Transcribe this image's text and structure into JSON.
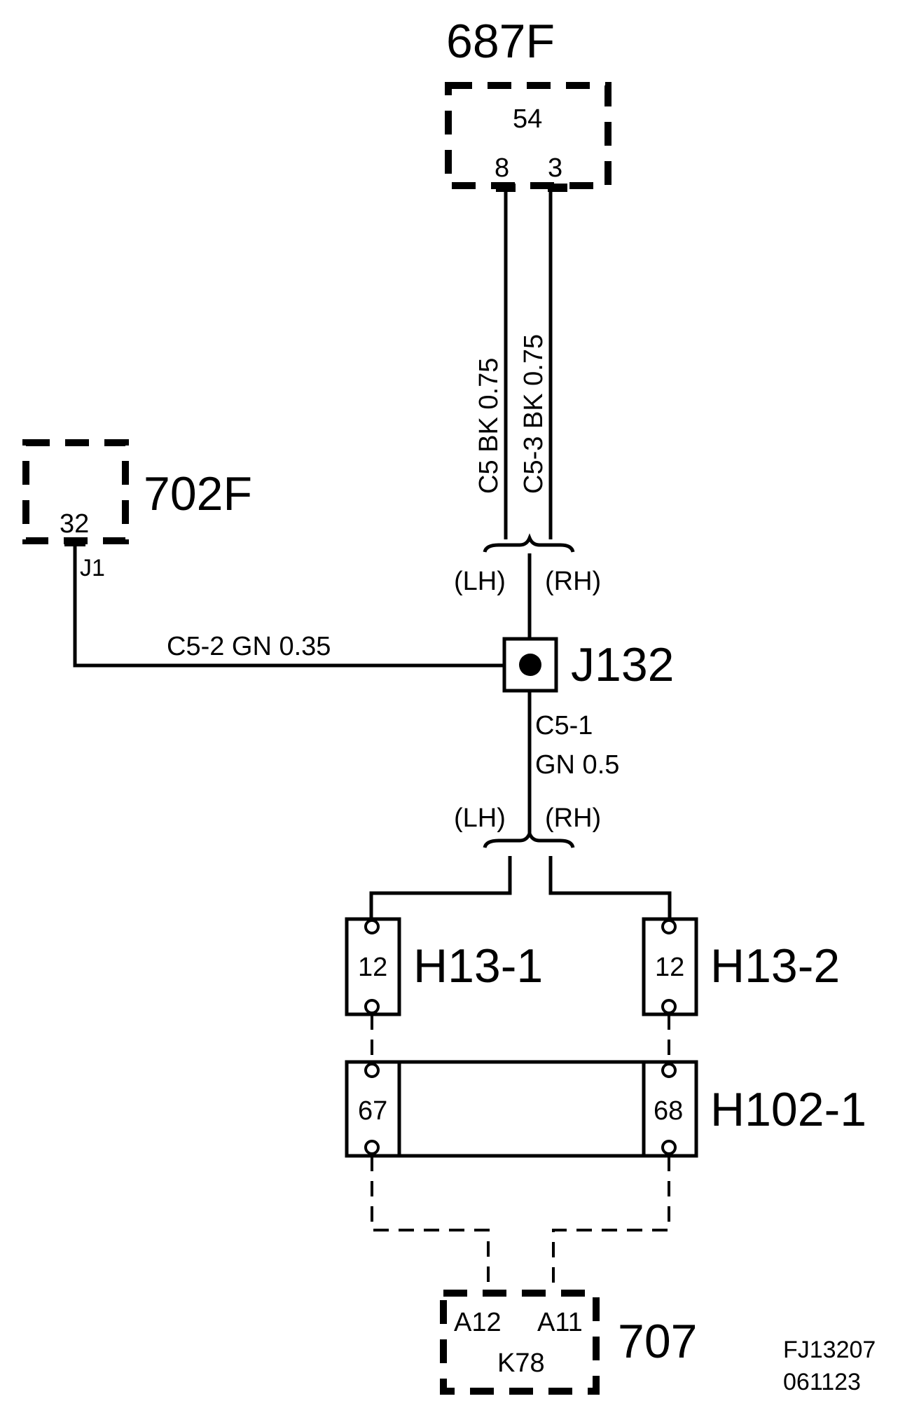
{
  "connectors": {
    "c687f": {
      "name": "687F",
      "pin_block": "54",
      "pins": [
        "8",
        "3"
      ]
    },
    "c702f": {
      "name": "702F",
      "pin": "32",
      "pin_label": "J1"
    },
    "c707": {
      "name": "707",
      "pins": [
        "A12",
        "A11"
      ],
      "part": "K78"
    }
  },
  "wires": {
    "c5": "C5  BK  0.75",
    "c5_3": "C5-3  BK  0.75",
    "c5_2": "C5-2     GN  0.35",
    "c5_1_id": "C5-1",
    "c5_1_spec": "GN  0.5"
  },
  "splice": {
    "name": "J132"
  },
  "side_labels": {
    "lh": "(LH)",
    "rh": "(RH)"
  },
  "components": {
    "h13_1": {
      "name": "H13-1",
      "pin": "12"
    },
    "h13_2": {
      "name": "H13-2",
      "pin": "12"
    },
    "h102_1": {
      "name": "H102-1",
      "pins": [
        "67",
        "68"
      ]
    }
  },
  "footer": {
    "code": "FJ13207",
    "date": "061123"
  }
}
